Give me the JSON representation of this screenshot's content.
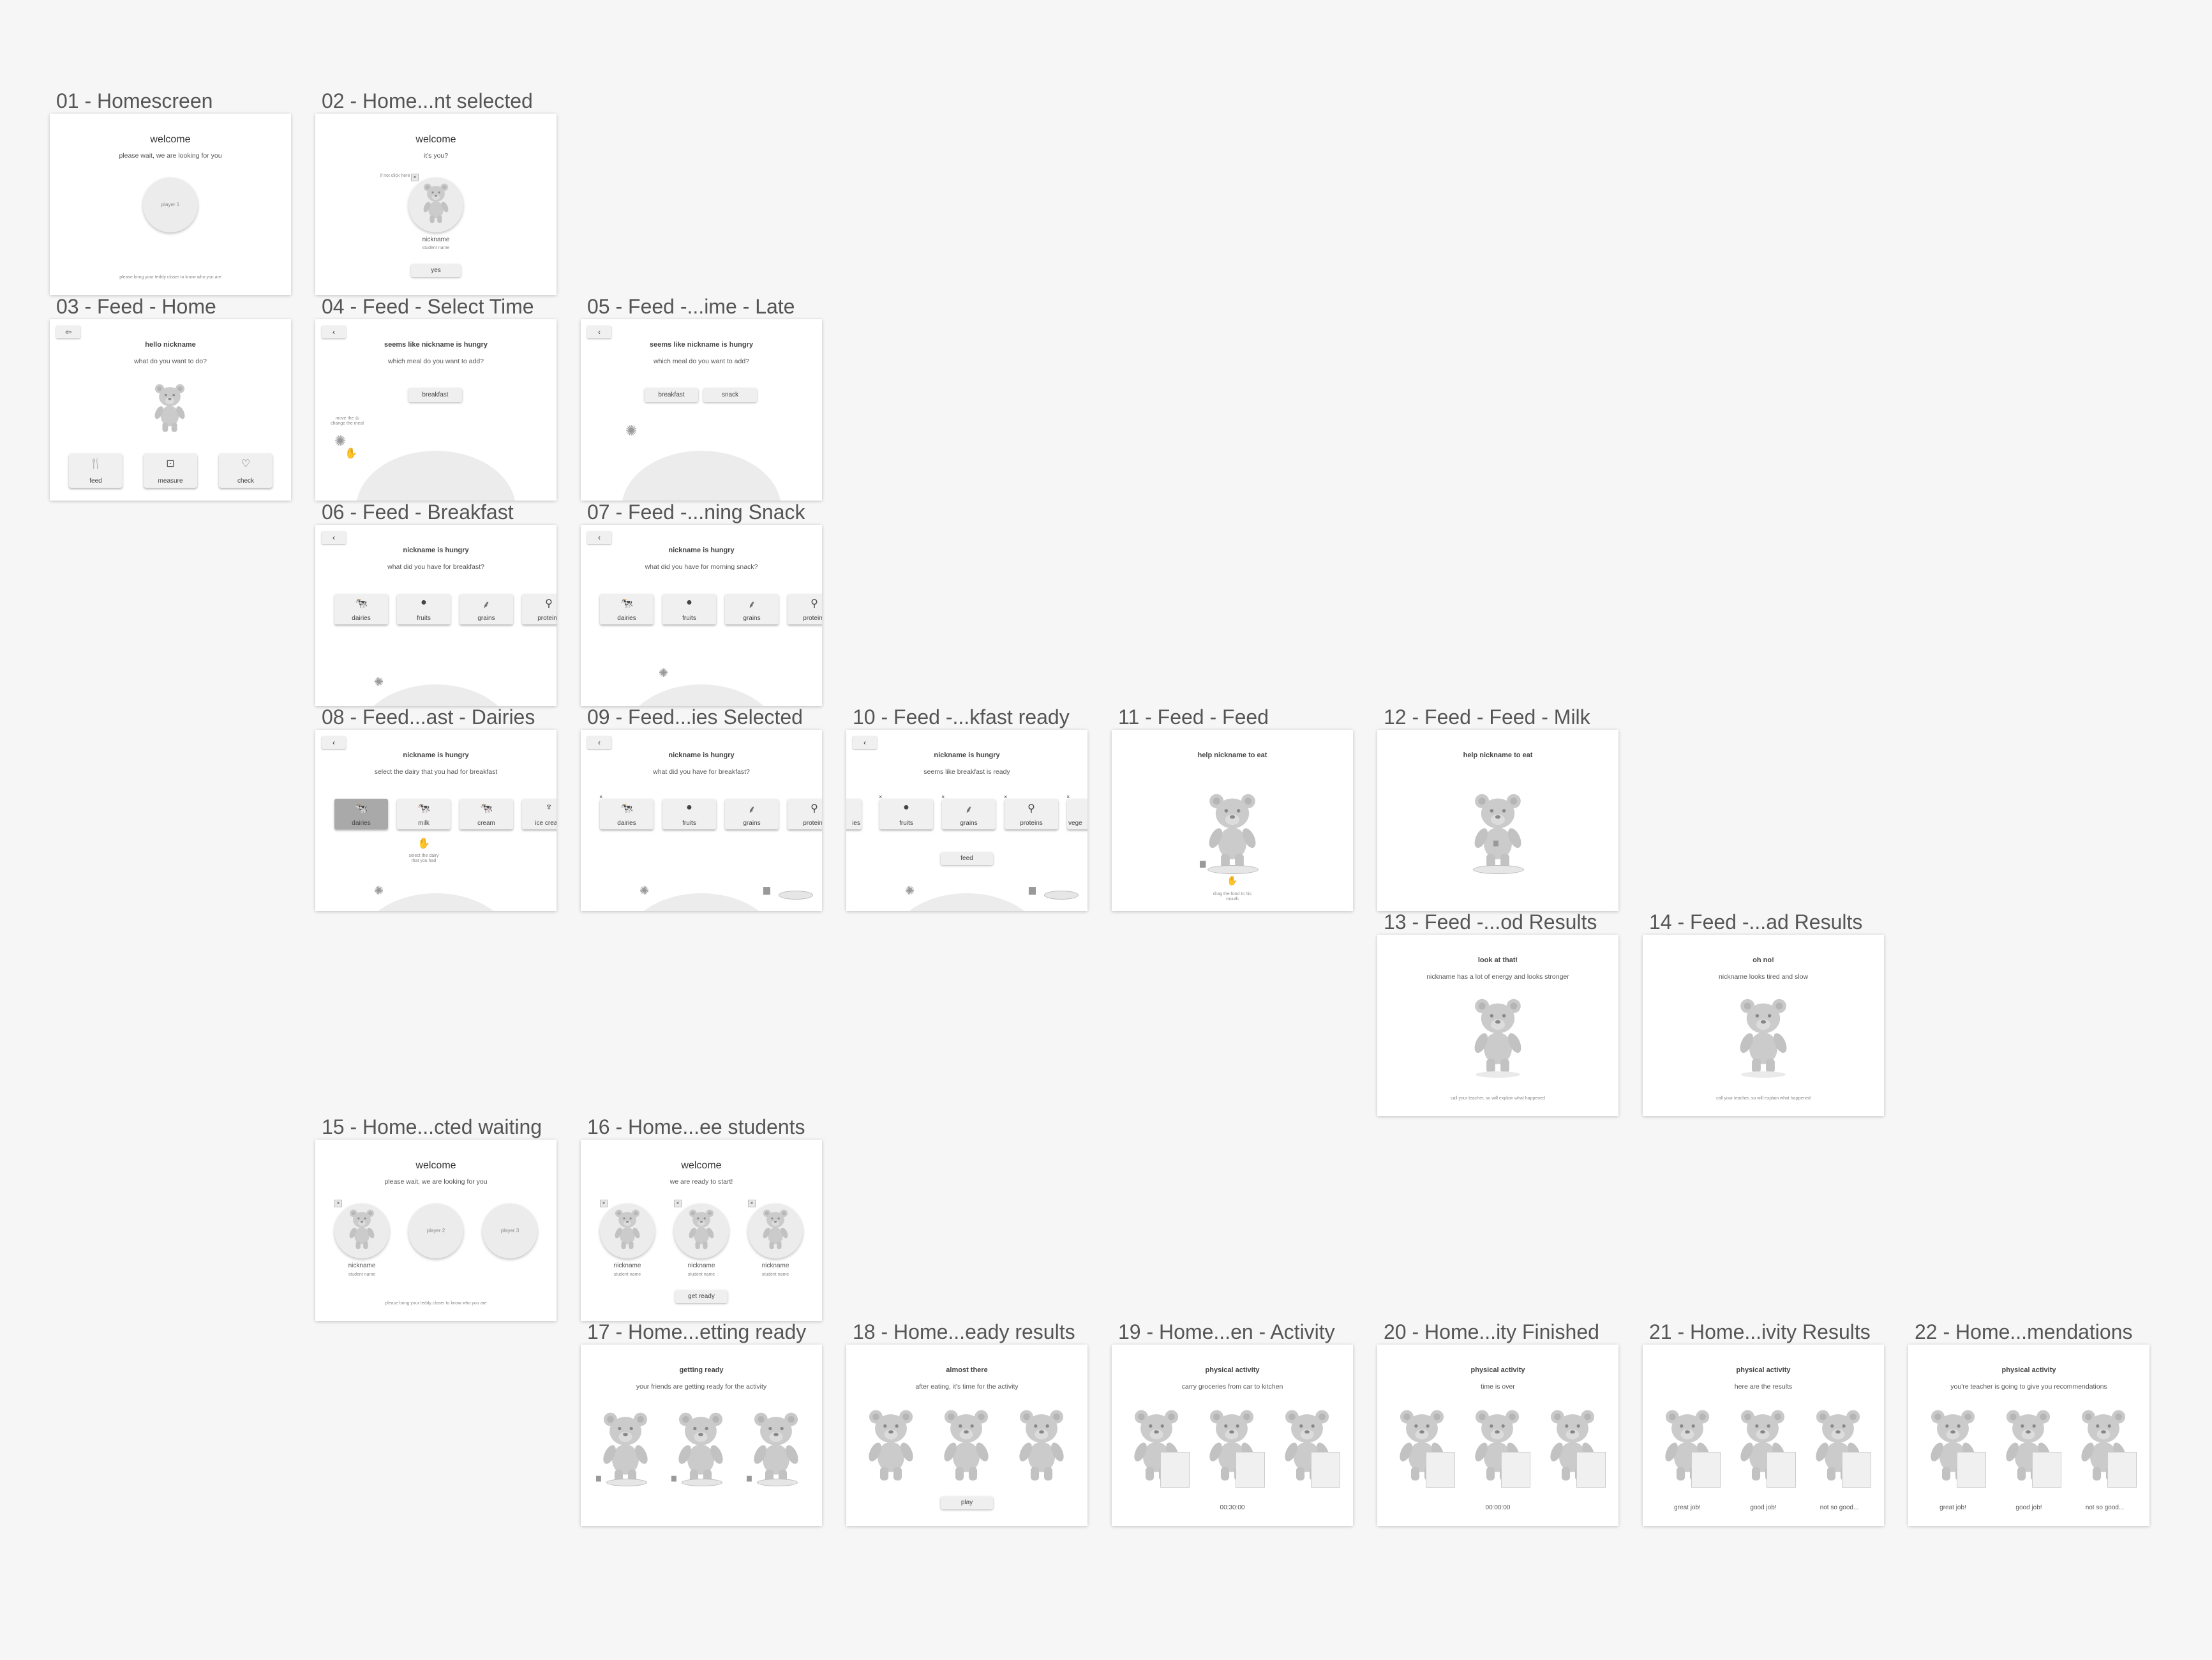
{
  "artboards": {
    "a01": {
      "title": "01 - Homescreen",
      "heading": "welcome",
      "sub": "please wait, we are looking for you",
      "circle": "player 1",
      "footer": "please bring your teddy closer to know who you are"
    },
    "a02": {
      "title": "02 - Home...nt selected",
      "heading": "welcome",
      "sub": "it's you?",
      "hint": "if not click here",
      "nickname": "nickname",
      "student": "student name",
      "button": "yes"
    },
    "a03": {
      "title": "03 - Feed - Home",
      "back": "⇦",
      "heading": "hello nickname",
      "sub": "what do you want to do?",
      "buttons": [
        {
          "icon": "🍴",
          "label": "feed"
        },
        {
          "icon": "⊡",
          "label": "measure"
        },
        {
          "icon": "♡",
          "label": "check"
        }
      ]
    },
    "a04": {
      "title": "04 - Feed - Select Time",
      "back": "‹",
      "heading": "seems like nickname is hungry",
      "sub": "which meal do you want to add?",
      "button": "breakfast",
      "hint": "move the ◎ change the meal"
    },
    "a05": {
      "title": "05 - Feed -...ime - Late",
      "back": "‹",
      "heading": "seems like nickname is hungry",
      "sub": "which meal do you want to add?",
      "buttons": [
        "breakfast",
        "snack"
      ]
    },
    "a06": {
      "title": "06 - Feed - Breakfast",
      "back": "‹",
      "heading": "nickname is hungry",
      "sub": "what did you have for breakfast?",
      "cats": [
        "dairies",
        "fruits",
        "grains",
        "proteins"
      ]
    },
    "a07": {
      "title": "07 - Feed -...ning Snack",
      "back": "‹",
      "heading": "nickname is hungry",
      "sub": "what did you have for morning snack?",
      "cats": [
        "dairies",
        "fruits",
        "grains",
        "proteins"
      ]
    },
    "a08": {
      "title": "08 - Feed...ast - Dairies",
      "back": "‹",
      "heading": "nickname is hungry",
      "sub": "select the dairy that you had for breakfast",
      "cats": [
        "dairies",
        "milk",
        "cream",
        "ice cream"
      ],
      "hint": "select the dairy that you had"
    },
    "a09": {
      "title": "09 - Feed...ies Selected",
      "back": "‹",
      "heading": "nickname is hungry",
      "sub": "what did you have for breakfast?",
      "cats": [
        "dairies",
        "fruits",
        "grains",
        "proteins"
      ]
    },
    "a10": {
      "title": "10 - Feed -...kfast ready",
      "back": "‹",
      "heading": "nickname is hungry",
      "sub": "seems like breakfast is ready",
      "cats": [
        "ies",
        "fruits",
        "grains",
        "proteins",
        "vege"
      ],
      "button": "feed"
    },
    "a11": {
      "title": "11 - Feed - Feed",
      "heading": "help nickname to eat",
      "hint": "drag the food to his mouth"
    },
    "a12": {
      "title": "12 - Feed - Feed - Milk",
      "heading": "help nickname to eat"
    },
    "a13": {
      "title": "13 - Feed -...od Results",
      "heading": "look at that!",
      "sub": "nickname has a lot of energy and looks stronger",
      "footer": "call your teacher, so will explain what happened"
    },
    "a14": {
      "title": "14 - Feed -...ad Results",
      "heading": "oh no!",
      "sub": "nickname looks tired and slow",
      "footer": "call your teacher, so will explain what happened"
    },
    "a15": {
      "title": "15 - Home...cted waiting",
      "heading": "welcome",
      "sub": "please wait, we are looking for you",
      "nickname": "nickname",
      "student": "student name",
      "p2": "player 2",
      "p3": "player 3",
      "footer": "please bring your teddy closer to know who you are"
    },
    "a16": {
      "title": "16 - Home...ee students",
      "heading": "welcome",
      "sub": "we are ready to start!",
      "nickname": "nickname",
      "student": "student name",
      "button": "get ready"
    },
    "a17": {
      "title": "17 - Home...etting ready",
      "heading": "getting ready",
      "sub": "your friends are getting ready for the activity"
    },
    "a18": {
      "title": "18 - Home...eady results",
      "heading": "almost there",
      "sub": "after eating, it's time for the activity",
      "button": "play"
    },
    "a19": {
      "title": "19 - Home...en - Activity",
      "heading": "physical activity",
      "sub": "carry groceries from car to kitchen",
      "timer": "00:30:00"
    },
    "a20": {
      "title": "20 - Home...ity Finished",
      "heading": "physical activity",
      "sub": "time is over",
      "timer": "00:00:00"
    },
    "a21": {
      "title": "21 - Home...ivity Results",
      "heading": "physical activity",
      "sub": "here are the results",
      "results": [
        "great job!",
        "good job!",
        "not so good..."
      ]
    },
    "a22": {
      "title": "22 - Home...mendations",
      "heading": "physical activity",
      "sub": "you're teacher is going to give you recommendations",
      "results": [
        "great job!",
        "good job!",
        "not so good..."
      ]
    }
  }
}
